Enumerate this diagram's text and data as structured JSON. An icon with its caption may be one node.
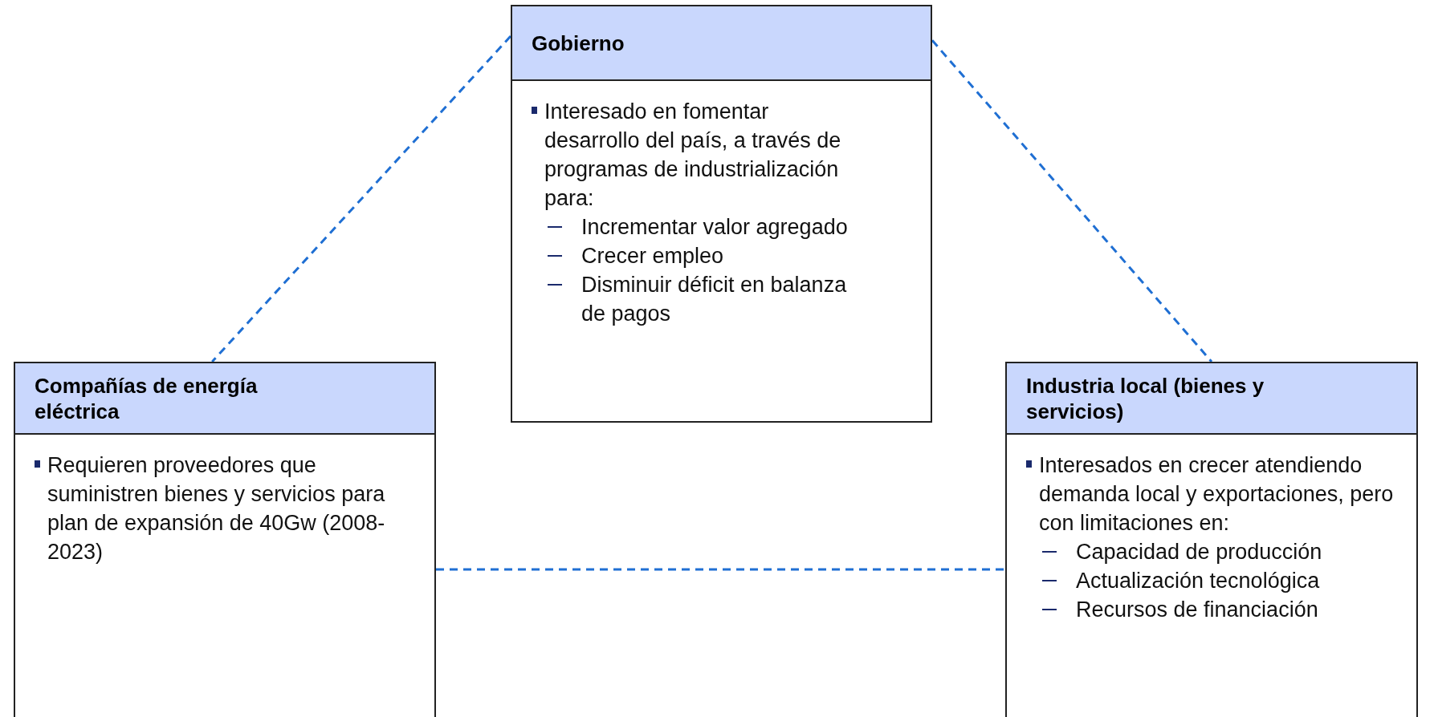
{
  "diagram": {
    "nodes": [
      {
        "text": [
          "Gobierno",
          "Interesado en fomentar desarrollo del país, a través de programas de industrialización para:",
          "Incrementar valor agregado",
          "Crecer empleo",
          "Disminuir déficit en balanza de pagos"
        ]
      },
      {
        "text": [
          "Compañías de energía eléctrica",
          "Requieren proveedores que suministren bienes y servicios para plan de expansión de 40Gw (2008-2023)"
        ]
      },
      {
        "text": [
          "Industria local (bienes y servicios)",
          "Interesados en crecer atendiendo demanda local y exportaciones, pero con limitaciones en:",
          "Capacidad de producción",
          "Actualización tecnológica",
          "Recursos de financiación"
        ]
      }
    ],
    "edges": [
      {
        "from": 0,
        "to": 1,
        "arrow": "none",
        "style": "dashed"
      },
      {
        "from": 0,
        "to": 2,
        "arrow": "none",
        "style": "dashed"
      },
      {
        "from": 1,
        "to": 2,
        "arrow": "none",
        "style": "dashed"
      }
    ]
  }
}
